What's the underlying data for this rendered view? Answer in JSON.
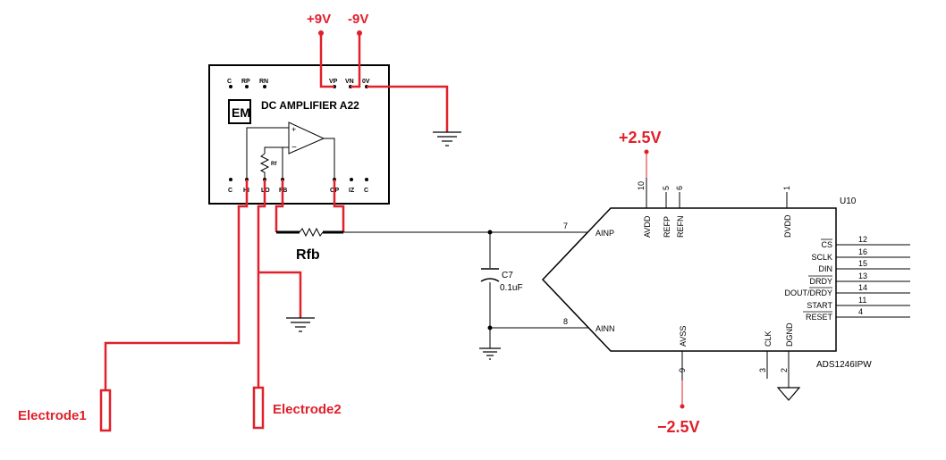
{
  "supplies": {
    "plus9": "+9V",
    "minus9": "-9V",
    "plus25": "+2.5V",
    "minus25": "−2.5V"
  },
  "module": {
    "logo": "EM",
    "title": "DC AMPLIFIER  A22",
    "top_pins": [
      "C",
      "RP",
      "RN",
      "VP",
      "VN",
      "0V"
    ],
    "bottom_pins": [
      "C",
      "HI",
      "LO",
      "FB",
      "OP",
      "IZ",
      "C"
    ],
    "rf_label": "Rf"
  },
  "rfb_label": "Rfb",
  "capacitor": {
    "ref": "C7",
    "value": "0.1uF"
  },
  "electrodes": [
    "Electrode1",
    "Electrode2"
  ],
  "adc": {
    "ref": "U10",
    "part": "ADS1246IPW",
    "left_pins": [
      {
        "name": "AINP",
        "num": "7"
      },
      {
        "name": "AINN",
        "num": "8"
      }
    ],
    "top_pins": [
      {
        "name": "AVDD",
        "num": "10"
      },
      {
        "name": "REFP",
        "num": "5"
      },
      {
        "name": "REFN",
        "num": "6"
      },
      {
        "name": "DVDD",
        "num": "1"
      }
    ],
    "bottom_pins": [
      {
        "name": "AVSS",
        "num": "9"
      },
      {
        "name": "CLK",
        "num": "3"
      },
      {
        "name": "DGND",
        "num": "2"
      }
    ],
    "right_pins": [
      {
        "name": "CS",
        "num": "12"
      },
      {
        "name": "SCLK",
        "num": "16"
      },
      {
        "name": "DIN",
        "num": "15"
      },
      {
        "name": "DRDY",
        "num": "13"
      },
      {
        "name": "DOUT/DRDY",
        "num": "14"
      },
      {
        "name": "START",
        "num": "11"
      },
      {
        "name": "RESET",
        "num": "4"
      }
    ]
  },
  "colors": {
    "wire_red": "#e0202a",
    "wire_black": "#000000"
  }
}
